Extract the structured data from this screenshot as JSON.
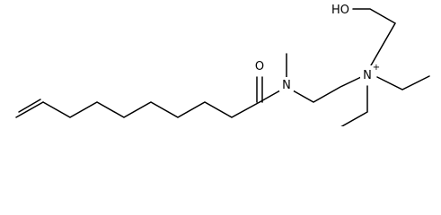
{
  "molecule": {
    "atoms": {
      "oxygen_carbonyl": "O",
      "nitrogen_amide": "N",
      "nitrogen_ammonium": "N",
      "ammonium_charge": "+",
      "hydroxyl": "HO"
    },
    "colors": {
      "bond": "#000000",
      "label": "#000000",
      "background": "#ffffff"
    }
  }
}
